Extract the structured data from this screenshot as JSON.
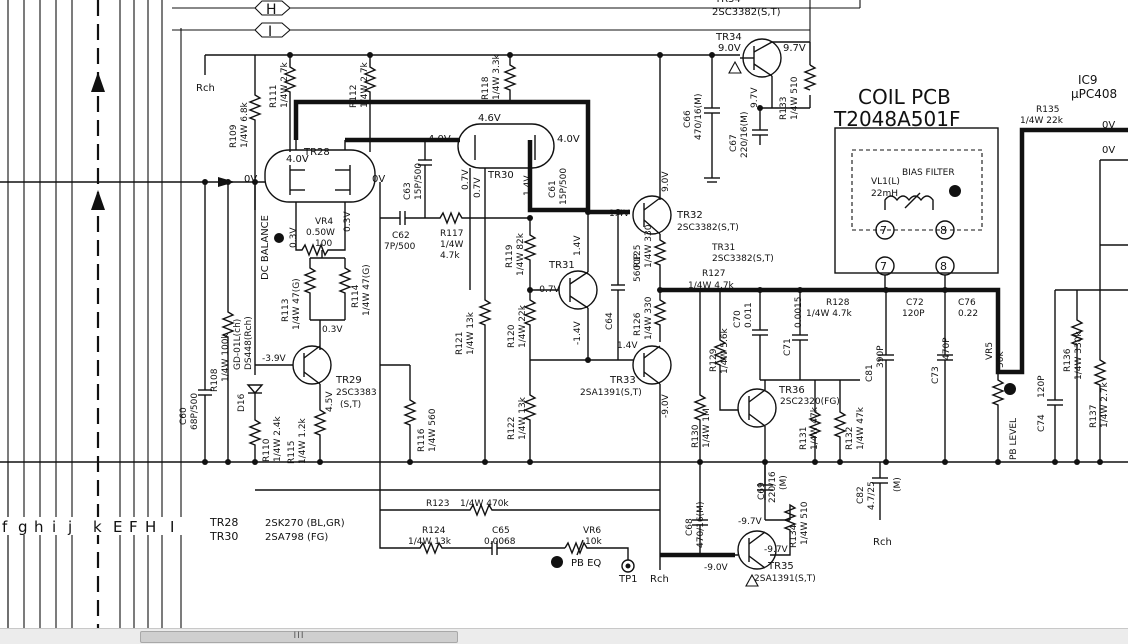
{
  "schematic": {
    "bus_letters_top": [
      "H",
      "I"
    ],
    "bus_letters_bottom": [
      "f",
      "g",
      "h",
      "i",
      "j",
      "k",
      "E",
      "F",
      "H",
      "I"
    ],
    "header_partial": [
      "TR34",
      "2SC3382(S,T)"
    ],
    "coil_pcb": {
      "title": "COIL PCB",
      "part": "T2048A501F",
      "vl_label": "VL1(L)",
      "vl_value": "22mH",
      "bias_filter": "BIAS FILTER",
      "pins": [
        "7",
        "8",
        "7",
        "8"
      ]
    },
    "ic_label": [
      "IC9",
      "μPC408"
    ],
    "rch": "Rch",
    "legend": [
      {
        "ref": "TR28",
        "type": "2SK270 (BL,GR)"
      },
      {
        "ref": "TR30",
        "type": "2SA798 (FG)"
      }
    ],
    "labels": {
      "dc_balance": "DC BALANCE",
      "pb_eq": "PB EQ",
      "tp1": "TP1",
      "pb_level": "PB LEVEL",
      "tr34_v1": "9.0V",
      "tr34_v2": "9.7V",
      "r111": "R111",
      "r111v": "1/4W 2.7k",
      "r112": "R112",
      "r112v": "1/4W 2.7k",
      "r118": "R118",
      "r118v": "1/4W 3.3k",
      "r109": "R109",
      "r109v": "1/4W 6.8k",
      "c66": "C66",
      "c66v": "470/16(M)",
      "c67": "C67",
      "c67v": "220/16(M)",
      "r133": "R133",
      "r133v": "1/4W 510",
      "tr28": "TR28",
      "tr30": "TR30",
      "v40a": "4.0V",
      "v40b": "4.0V",
      "v40c": "4.0V",
      "v46": "4.6V",
      "v0a": "0V",
      "v0b": "0V",
      "v07": "0.7V",
      "v14": "1.4V",
      "v07b": "0.7V",
      "c63": "C63",
      "c63v": "15P/500",
      "c61": "C61",
      "c61v": "15P/500",
      "tr32": "TR32",
      "tr32t": "2SC3382(S,T)",
      "tr31": "TR31",
      "tr31t": "2SC3382(S,T)",
      "v90": "9.0V",
      "v14b": "1.4V",
      "vr4": "VR4",
      "vr4v": "0.50W",
      "vr4r": "100",
      "v03a": "0.3V",
      "v03b": "0.3V",
      "c62": "C62",
      "c62v": "7P/500",
      "r117": "R117",
      "r117v1": "1/4W",
      "r117v2": "4.7k",
      "r113": "R113",
      "r113v": "1/4W 47(G)",
      "r114": "R114",
      "r114v": "1/4W 47(G)",
      "r119": "R119",
      "r119v": "1/4W 82k",
      "tr31b": "TR31",
      "v14c": "1.4V",
      "vm07": "-0.7V",
      "r125": "R125",
      "r125v": "1/4W 330",
      "r126": "R126",
      "r126v": "1/4W 330",
      "c64": "C64",
      "c64v": "5600P",
      "r127": "R127",
      "r127v": "1/4W 4.7k",
      "r128": "R128",
      "r128v": "1/4W 4.7k",
      "c72": "C72",
      "c72v": "120P",
      "c76": "C76",
      "c76v": "0.22",
      "c70": "C70",
      "c70v": "0.011",
      "c71": "C71",
      "c71v": "0.0015",
      "c81": "C81",
      "c81v": "390P",
      "c73": "C73",
      "c73v": "470P",
      "vr5": "VR5",
      "vr5v": "50k",
      "r135": "R135",
      "r135v": "1/4W 22k",
      "r136": "R136",
      "r136v": "1/4W 330k",
      "r137": "R137",
      "r137v": "1/4W 2.7k",
      "c74": "C74",
      "c74v": "120P",
      "r108": "R108",
      "r108v": "1/4W 100k",
      "c60": "C60",
      "c60v": "68P/500",
      "ds": "GD-01L(ch)",
      "ds2": "DS448(Rch)",
      "d16": "D16",
      "vm39": "-3.9V",
      "tr29": "TR29",
      "tr29t": "2SC3383",
      "tr29s": "(S,T)",
      "v03c": "0.3V",
      "v45": "4.5V",
      "r110": "R110",
      "r110v": "1/4W 2.4k",
      "r115": "R115",
      "r115v": "1/4W 1.2k",
      "r116": "R116",
      "r116v": "1/4W 560",
      "r121": "R121",
      "r121v": "1/4W 13k",
      "r120": "R120",
      "r120v": "1/4W 22k",
      "r122": "R122",
      "r122v": "1/4W 13k",
      "vm14": "-1.4V",
      "v14d": "1.4V",
      "tr33": "TR33",
      "tr33t": "2SA1391(S,T)",
      "vm90": "-9.0V",
      "r129": "R129",
      "r129v": "1/4W 5.6k",
      "tr36": "TR36",
      "tr36t": "2SC2320(FG)",
      "r130": "R130",
      "r130v": "1/4W 1M",
      "r131": "R131",
      "r131v": "1/4W 47k",
      "r132": "R132",
      "r132v": "1/4W 47k",
      "c82": "C82",
      "c82v": "4.7/25",
      "c82m": "(M)",
      "c69": "C69",
      "c69v": "220/16",
      "c69m": "(M)",
      "r123": "R123",
      "r123v": "1/4W 470k",
      "r124": "R124",
      "r124v": "1/4W 13k",
      "c65": "C65",
      "c65v": "0.0068",
      "vr6": "VR6",
      "vr6v": "10k",
      "c68": "C68",
      "c68v": "470/16(M)",
      "vm97": "-9.7V",
      "vm97b": "-9.7V",
      "vm90b": "-9.0V",
      "r134": "R134",
      "r134v": "1/4W 510",
      "tr35": "TR35",
      "tr35t": "2SA1391(S,T)",
      "rch2": "Rch",
      "rch3": "Rch",
      "v0c": "0V",
      "v0d": "0V"
    }
  },
  "scrollbar": {
    "grip": "III"
  }
}
